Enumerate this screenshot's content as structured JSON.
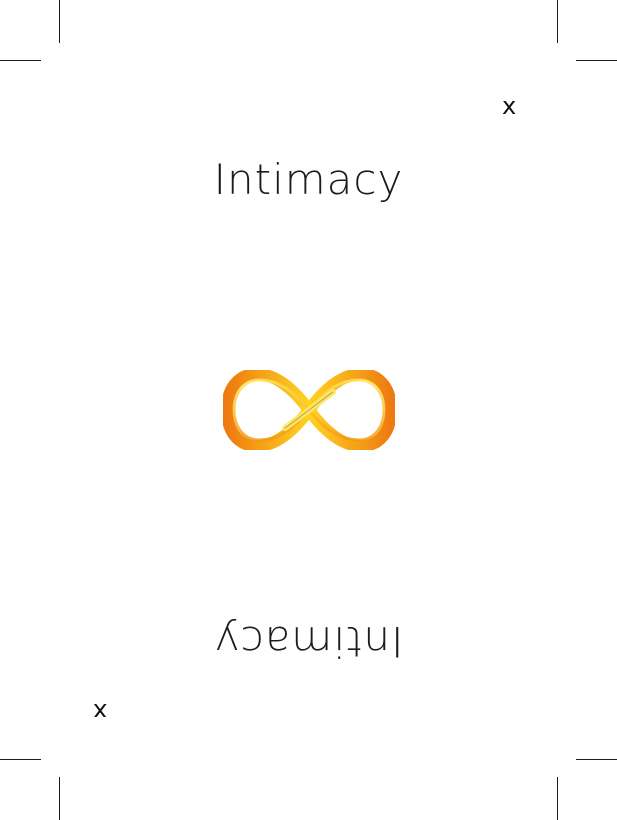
{
  "card": {
    "title_top": "Intimacy",
    "title_bottom": "Intimacy",
    "mark_top": "x",
    "mark_bottom": "x"
  },
  "symbol": {
    "icon": "infinity-icon",
    "colors": {
      "outer": "#f08a14",
      "inner": "#ffd21f",
      "outline": "#3a2400"
    }
  }
}
